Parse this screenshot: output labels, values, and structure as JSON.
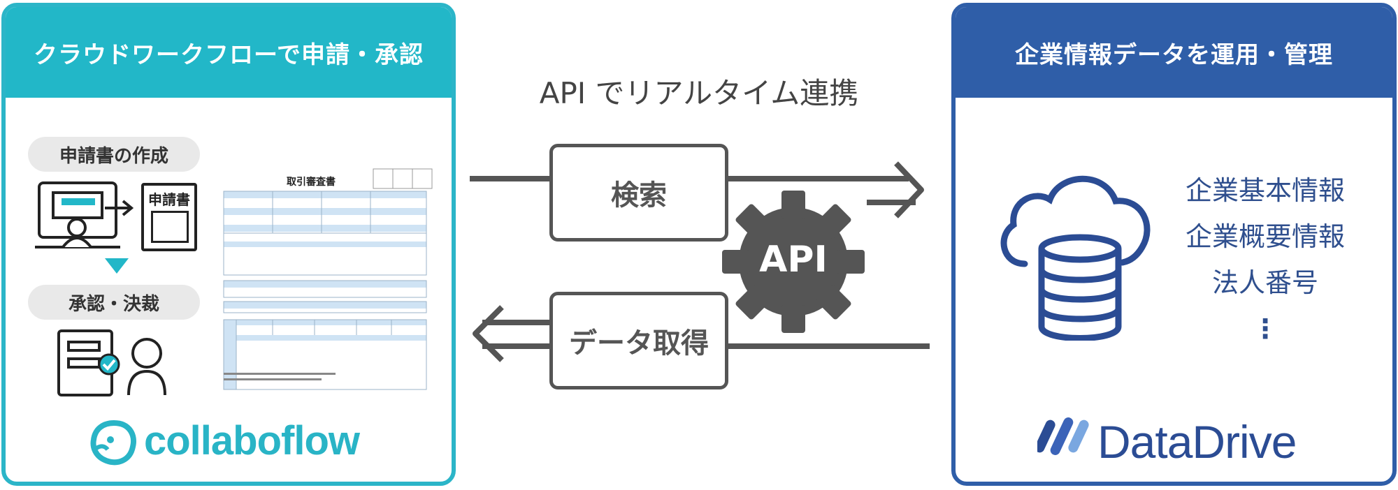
{
  "left_panel": {
    "title": "クラウドワークフローで申請・承認",
    "step1_label": "申請書の作成",
    "doc_icon_label": "申請書",
    "step2_label": "承認・決裁",
    "form_title": "取引審査書",
    "logo_text": "collaboflow"
  },
  "center": {
    "title": "API でリアルタイム連携",
    "search_label": "検索",
    "fetch_label": "データ取得",
    "gear_label": "API"
  },
  "right_panel": {
    "title": "企業情報データを運用・管理",
    "items": [
      "企業基本情報",
      "企業概要情報",
      "法人番号",
      "⋮"
    ],
    "logo_text": "DataDrive"
  },
  "colors": {
    "teal": "#22b7c8",
    "navy": "#2f5ea8",
    "gray": "#555555"
  }
}
